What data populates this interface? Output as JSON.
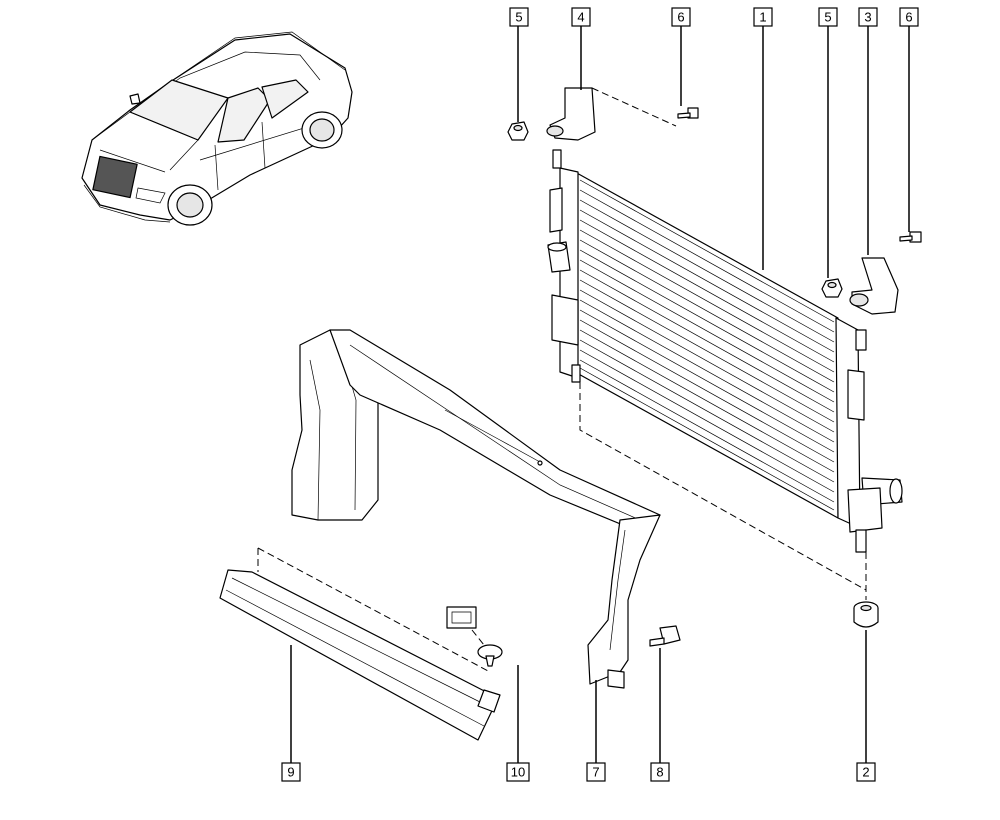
{
  "callouts": [
    {
      "id": "c5a",
      "label": "5"
    },
    {
      "id": "c4",
      "label": "4"
    },
    {
      "id": "c6a",
      "label": "6"
    },
    {
      "id": "c1",
      "label": "1"
    },
    {
      "id": "c5b",
      "label": "5"
    },
    {
      "id": "c3",
      "label": "3"
    },
    {
      "id": "c6b",
      "label": "6"
    },
    {
      "id": "c9",
      "label": "9"
    },
    {
      "id": "c10",
      "label": "10"
    },
    {
      "id": "c7",
      "label": "7"
    },
    {
      "id": "c8",
      "label": "8"
    },
    {
      "id": "c2",
      "label": "2"
    }
  ],
  "parts": {
    "radiator": "radiator",
    "fan_duct": "air-deflector-frame",
    "lower_deflector": "lower-air-deflector",
    "car": "vehicle-locator"
  }
}
